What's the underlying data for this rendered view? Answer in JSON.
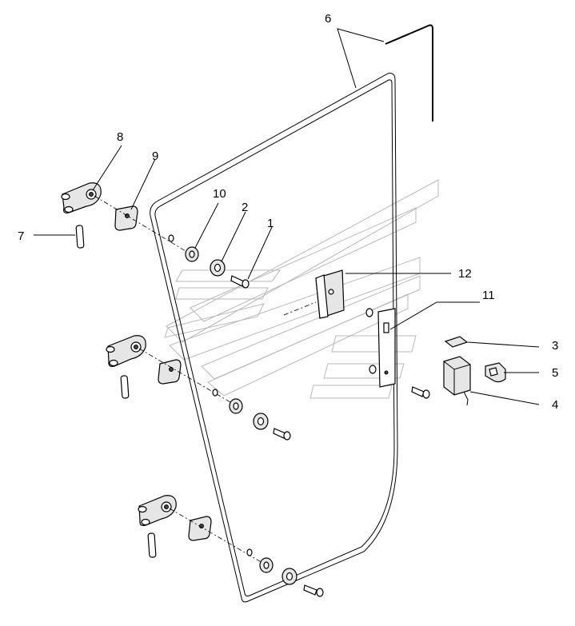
{
  "diagram": {
    "labels": [
      {
        "id": "1",
        "text": "1"
      },
      {
        "id": "2",
        "text": "2"
      },
      {
        "id": "3",
        "text": "3"
      },
      {
        "id": "4",
        "text": "4"
      },
      {
        "id": "5",
        "text": "5"
      },
      {
        "id": "6",
        "text": "6"
      },
      {
        "id": "7",
        "text": "7"
      },
      {
        "id": "8",
        "text": "8"
      },
      {
        "id": "9",
        "text": "9"
      },
      {
        "id": "10",
        "text": "10"
      },
      {
        "id": "11",
        "text": "11"
      },
      {
        "id": "12",
        "text": "12"
      }
    ],
    "colors": {
      "line": "#000000",
      "part_fill": "#e6e6e6",
      "watermark": "#b8b8b8"
    }
  }
}
